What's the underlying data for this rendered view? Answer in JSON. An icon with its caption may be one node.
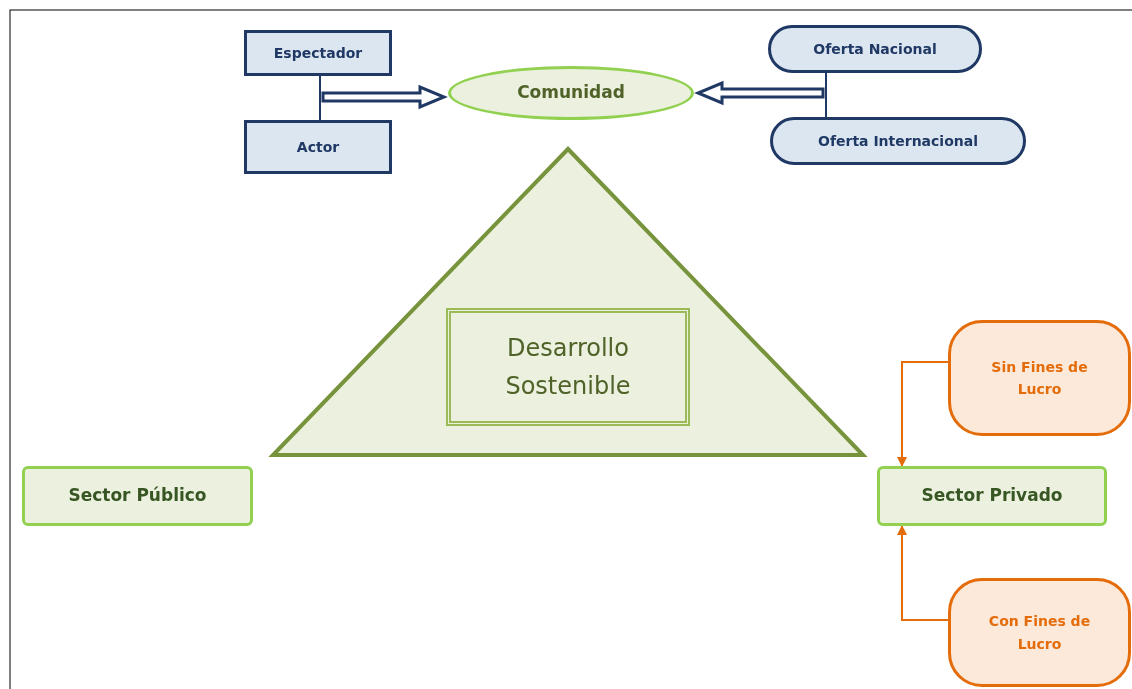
{
  "diagram": {
    "nodes": [
      {
        "text": [
          "Espectador"
        ]
      },
      {
        "text": [
          "Actor"
        ]
      },
      {
        "text": [
          "Comunidad"
        ]
      },
      {
        "text": [
          "Oferta Nacional"
        ]
      },
      {
        "text": [
          "Oferta Internacional"
        ]
      },
      {
        "text": [],
        "shape": "triangle"
      },
      {
        "text": [
          "Desarrollo Sostenible"
        ],
        "in": 5
      },
      {
        "text": [
          "Sector Público"
        ]
      },
      {
        "text": [
          "Sector Privado"
        ]
      },
      {
        "text": [
          "Sin Fines de Lucro"
        ]
      },
      {
        "text": [
          "Con Fines de Lucro"
        ]
      }
    ],
    "edges": [
      {
        "from": 0,
        "to": 1,
        "arrow": "none"
      },
      {
        "from": null,
        "to": 2,
        "arrow": "to",
        "style": "thick"
      },
      {
        "from": 3,
        "to": 4,
        "arrow": "none"
      },
      {
        "from": null,
        "to": 2,
        "arrow": "to",
        "style": "thick"
      },
      {
        "from": 9,
        "to": 8,
        "arrow": "to",
        "color": "#e46c0a"
      },
      {
        "from": 10,
        "to": 8,
        "arrow": "to",
        "color": "#e46c0a"
      }
    ]
  }
}
